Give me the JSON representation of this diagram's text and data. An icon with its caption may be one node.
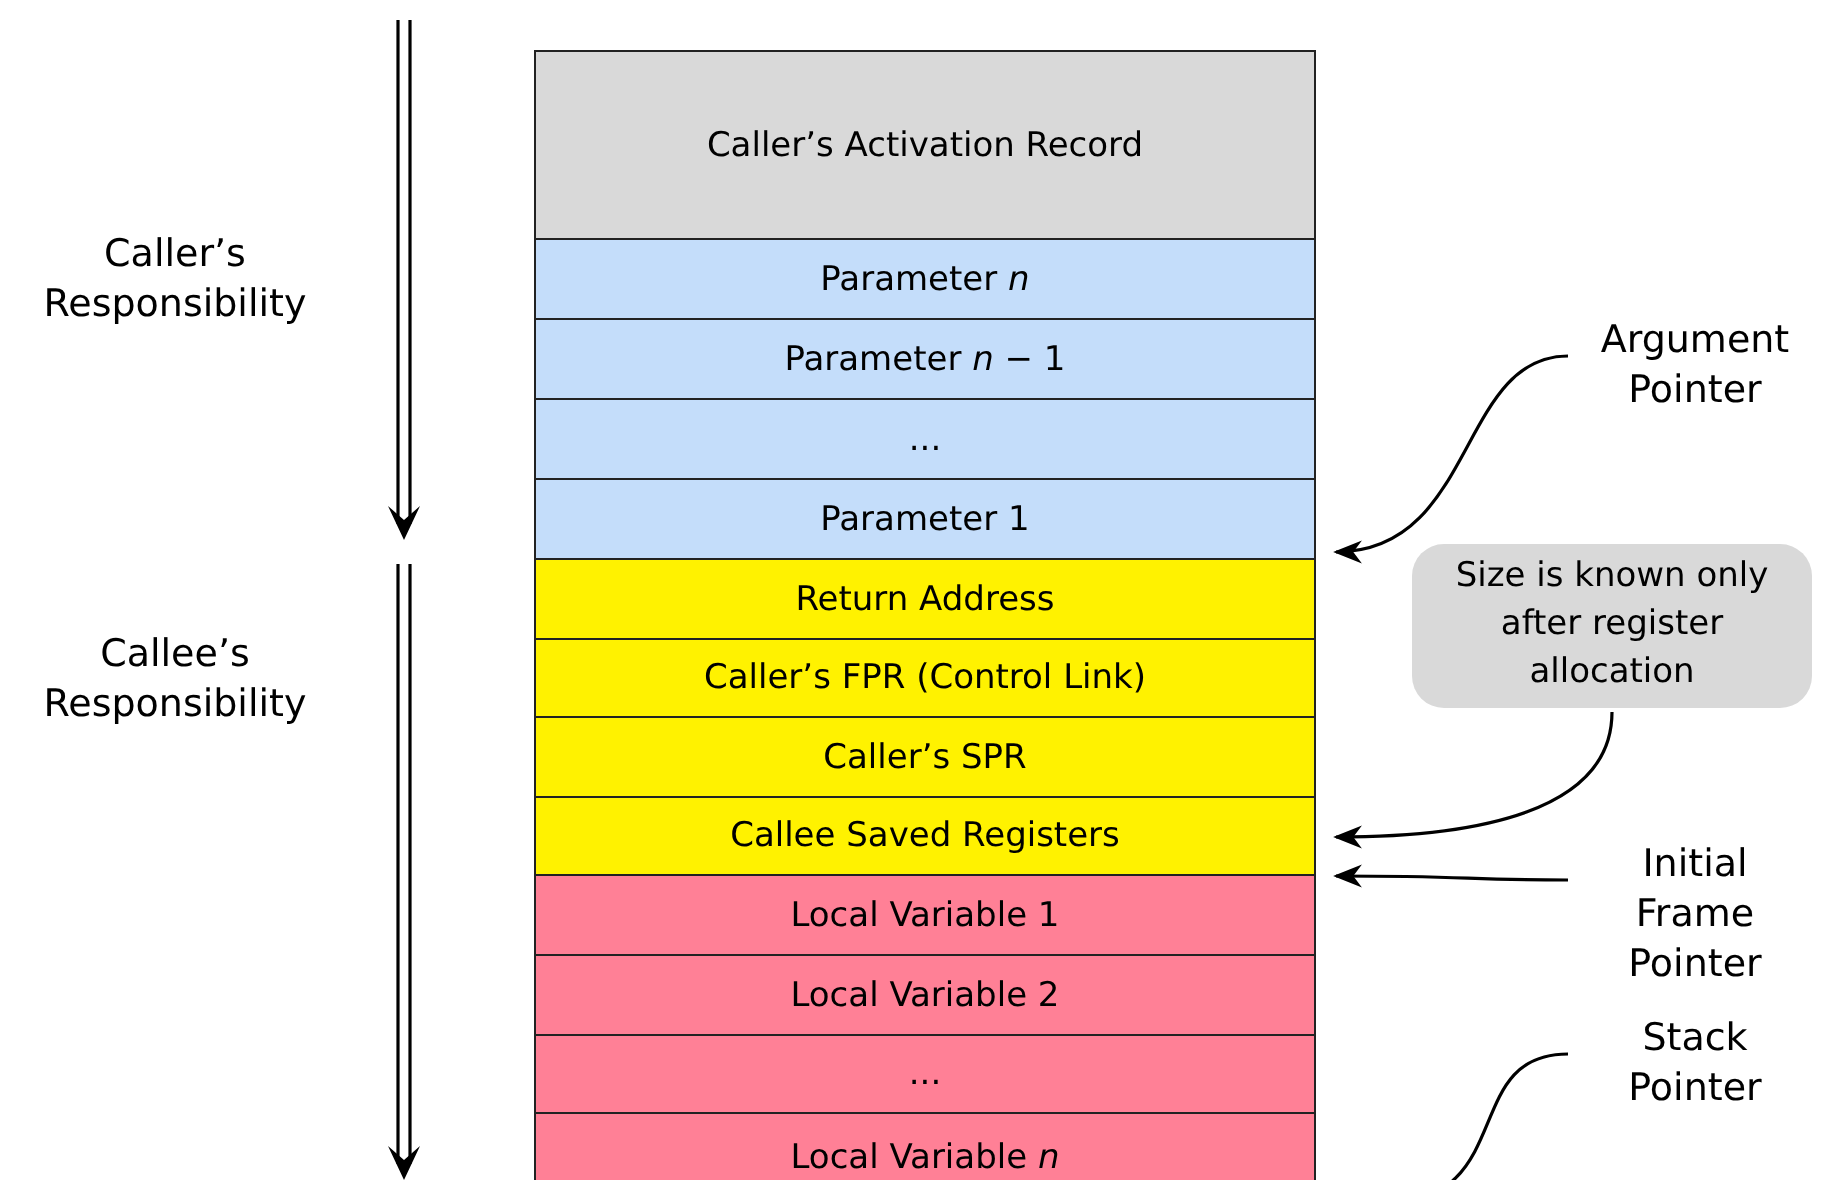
{
  "diagram": {
    "nodes": [
      {
        "text": [
          "Caller’s Activation Record"
        ]
      },
      {
        "text": [
          "Parameter *n*"
        ]
      },
      {
        "text": [
          "Parameter *n* − 1"
        ]
      },
      {
        "text": [
          "..."
        ]
      },
      {
        "text": [
          "Parameter 1"
        ]
      },
      {
        "text": [
          "Return Address"
        ]
      },
      {
        "text": [
          "Caller’s FPR (Control Link)"
        ]
      },
      {
        "text": [
          "Caller’s SPR"
        ]
      },
      {
        "text": [
          "Callee Saved Registers"
        ]
      },
      {
        "text": [
          "Local Variable 1"
        ]
      },
      {
        "text": [
          "Local Variable 2"
        ]
      },
      {
        "text": [
          "..."
        ]
      },
      {
        "text": [
          "Local Variable *n*"
        ]
      },
      {
        "text": [
          "Argument Pointer"
        ]
      },
      {
        "text": [
          "Size is known only after register allocation"
        ]
      },
      {
        "text": [
          "Initial Frame Pointer"
        ]
      },
      {
        "text": [
          "Stack Pointer"
        ]
      }
    ],
    "edges": [
      {
        "from": 13,
        "to": 4,
        "arrow": "to"
      },
      {
        "from": 14,
        "to": 8,
        "arrow": "to"
      },
      {
        "from": 15,
        "to": 9,
        "arrow": "to"
      },
      {
        "from": 16,
        "to": 12,
        "arrow": "none"
      }
    ],
    "labels": [
      "Caller’s Responsibility",
      "Callee’s Responsibility"
    ]
  }
}
